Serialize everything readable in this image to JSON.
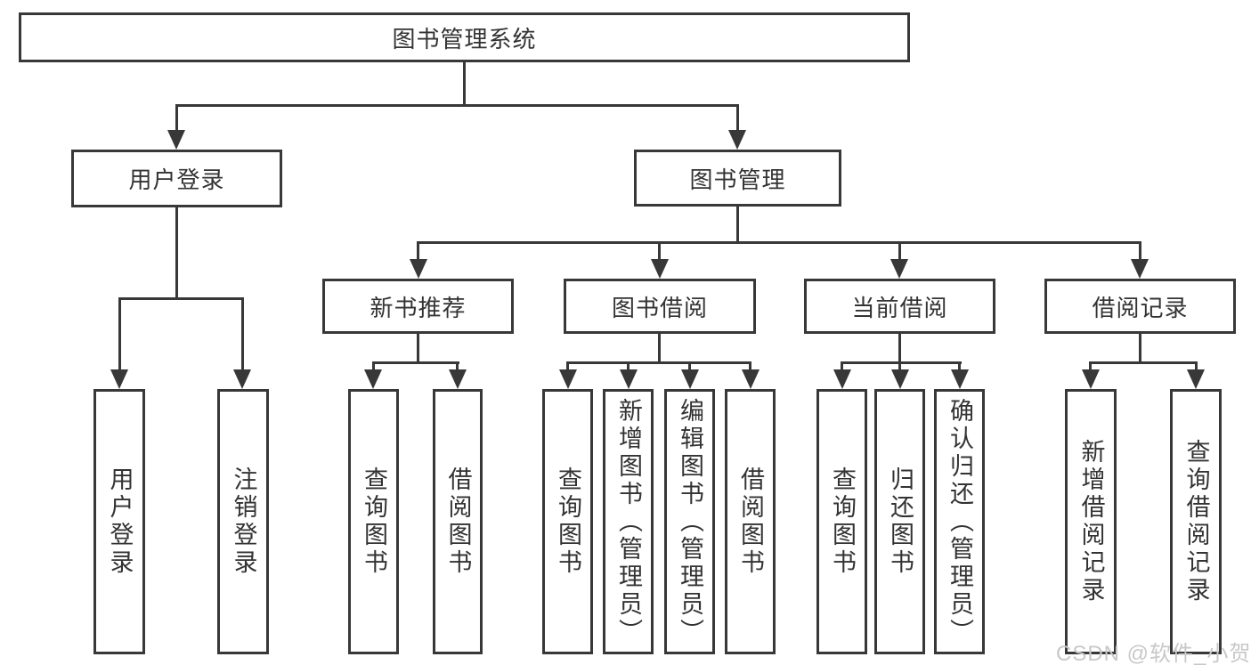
{
  "diagram": {
    "type": "hierarchy-tree",
    "nodes": {
      "root": {
        "label": "图书管理系统"
      },
      "branches": [
        {
          "label": "用户登录",
          "children": [
            {
              "label": "用户登录"
            },
            {
              "label": "注销登录"
            }
          ]
        },
        {
          "label": "图书管理",
          "children": [
            {
              "label": "新书推荐",
              "children": [
                {
                  "label": "查询图书"
                },
                {
                  "label": "借阅图书"
                }
              ]
            },
            {
              "label": "图书借阅",
              "children": [
                {
                  "label": "查询图书"
                },
                {
                  "label": "新增图书（管理员）"
                },
                {
                  "label": "编辑图书（管理员）"
                },
                {
                  "label": "借阅图书"
                }
              ]
            },
            {
              "label": "当前借阅",
              "children": [
                {
                  "label": "查询图书"
                },
                {
                  "label": "归还图书"
                },
                {
                  "label": "确认归还（管理员）"
                }
              ]
            },
            {
              "label": "借阅记录",
              "children": [
                {
                  "label": "新增借阅记录"
                },
                {
                  "label": "查询借阅记录"
                }
              ]
            }
          ]
        }
      ]
    },
    "colors": {
      "line": "#383838",
      "text": "#333333",
      "background": "#ffffff",
      "watermark_text": "#c8c8c8"
    }
  },
  "watermark": "CSDN @软件_小贺同学"
}
